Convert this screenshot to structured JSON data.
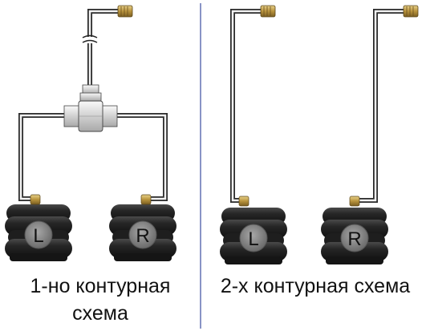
{
  "schemes": {
    "single_circuit": {
      "caption_line1": "1-но контурная",
      "caption_line2": "схема",
      "left_bag_label": "L",
      "right_bag_label": "R"
    },
    "dual_circuit": {
      "caption": "2-х контурная схема",
      "left_bag_label": "L",
      "right_bag_label": "R"
    }
  },
  "colors": {
    "divider": "#3b4ea0",
    "tube_outer": "#2a2a2a",
    "tube_inner": "#f2f2f2",
    "brass": "#b89b4a",
    "bag_dark": "#1b1b1b",
    "bag_mid": "#3a3a3a",
    "label_circle": "#7a7a7a",
    "tee_fitting": "#d8d8d8"
  }
}
